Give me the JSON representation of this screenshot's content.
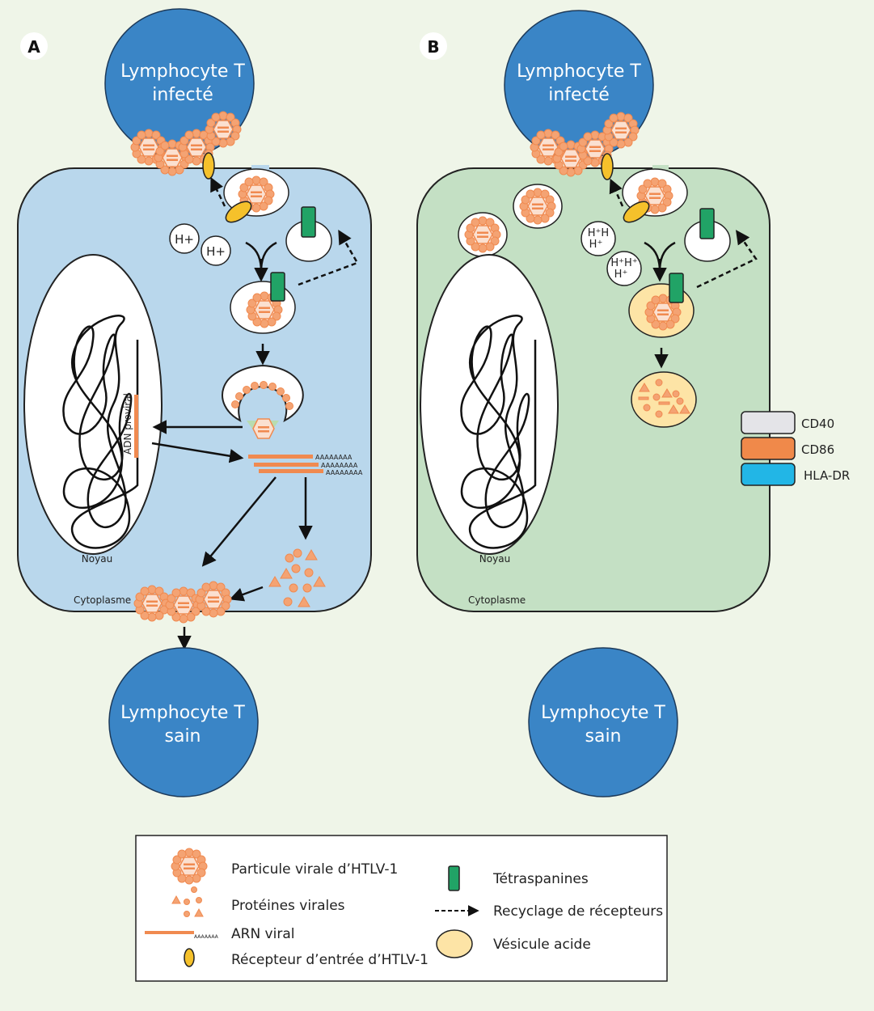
{
  "panels": {
    "A": {
      "letter": "A",
      "infected_cell": [
        "Lymphocyte T",
        "infecté"
      ],
      "healthy_cell": [
        "Lymphocyte T",
        "sain"
      ],
      "nucleus": "Noyau",
      "cytoplasm": "Cytoplasme",
      "proviral_dna": "ADN proviral",
      "polyA": "AAAAAAAA",
      "protons": [
        "H+",
        "H+"
      ],
      "color": "#b9d7ec"
    },
    "B": {
      "letter": "B",
      "infected_cell": [
        "Lymphocyte T",
        "infecté"
      ],
      "healthy_cell": [
        "Lymphocyte T",
        "sain"
      ],
      "nucleus": "Noyau",
      "cytoplasm": "Cytoplasme",
      "color": "#c4e0c4"
    }
  },
  "markers": [
    {
      "label": "CD40",
      "color": "#e4e4e8"
    },
    {
      "label": "CD86",
      "color": "#f0894a"
    },
    {
      "label": "HLA-DR",
      "color": "#22b6e6"
    }
  ],
  "legend": {
    "left": [
      {
        "icon": "virus-particle-icon",
        "label": "Particule virale d’HTLV-1"
      },
      {
        "icon": "viral-proteins-icon",
        "label": "Protéines virales"
      },
      {
        "icon": "viral-rna-icon",
        "label": "ARN viral",
        "polyA": "AAAAAAA"
      },
      {
        "icon": "entry-receptor-icon",
        "label": "Récepteur d’entrée d’HTLV-1"
      }
    ],
    "right": [
      {
        "icon": "tetraspanin-icon",
        "label": "Tétraspanines"
      },
      {
        "icon": "dashed-arrow-icon",
        "label": "Recyclage de récepteurs"
      },
      {
        "icon": "acidic-vesicle-icon",
        "label": "Vésicule acide"
      }
    ]
  },
  "colors": {
    "background": "#eff5e8",
    "lymphocyte": "#3a85c6",
    "virus": "#f4a373",
    "receptor": "#f5c12b",
    "tetraspanin": "#21a366",
    "acidic_vesicle": "#fde4a6"
  }
}
